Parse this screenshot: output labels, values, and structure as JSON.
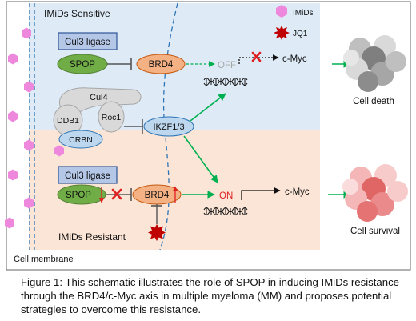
{
  "panels": {
    "sensitive_title": "IMiDs Sensitive",
    "resistant_title": "IMiDs Resistant",
    "membrane_label": "Cell membrane"
  },
  "legend": {
    "imids": "IMiDs",
    "jq1": "JQ1"
  },
  "top": {
    "ligase": "Cul3 ligase",
    "spop": "SPOP",
    "brd4": "BRD4",
    "off": "OFF",
    "cmyc": "c-Myc",
    "outcome": "Cell death"
  },
  "complex": {
    "cul4": "Cul4",
    "ddb1": "DDB1",
    "roc1": "Roc1",
    "crbn": "CRBN",
    "ikzf": "IKZF1/3"
  },
  "bottom": {
    "ligase": "Cul3 ligase",
    "spop": "SPOP",
    "brd4": "BRD4",
    "on": "ON",
    "cmyc": "c-Myc",
    "outcome": "Cell survival"
  },
  "caption": "Figure 1: This schematic illustrates the role of SPOP in inducing IMiDs resistance through the BRD4/c-Myc axis in multiple myeloma (MM) and proposes potential strategies to overcome this resistance.",
  "colors": {
    "sensitive_bg": "#deebf7",
    "resistant_bg": "#fbe5d6",
    "ligase_fill": "#b4c7e7",
    "spop_fill": "#70ad47",
    "brd4_fill": "#f4b183",
    "ikzf_fill": "#bdd7ee",
    "complex_fill": "#d9d9d9",
    "arrow_green": "#00b050",
    "red": "#e02020",
    "imids_pink": "#ee88dd"
  }
}
